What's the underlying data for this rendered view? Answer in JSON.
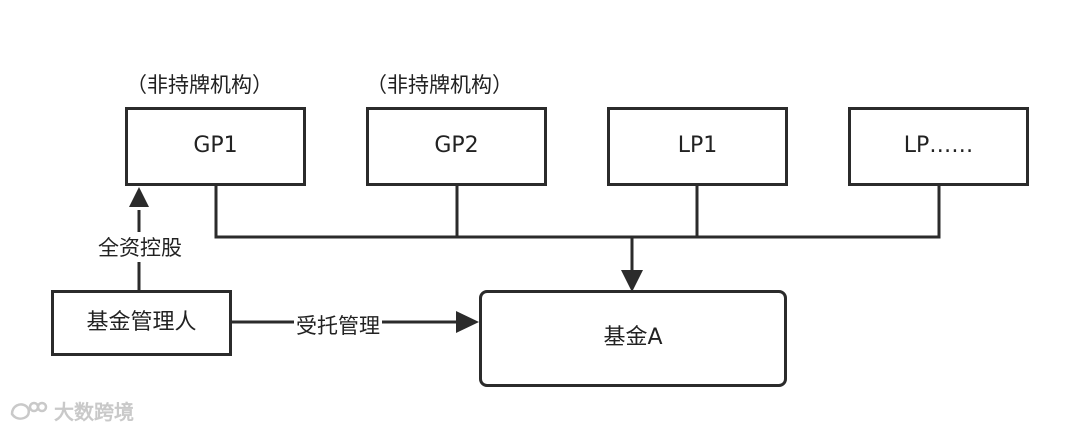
{
  "nodes": {
    "gp1": {
      "label": "GP1",
      "annotation": "（非持牌机构）"
    },
    "gp2": {
      "label": "GP2",
      "annotation": "（非持牌机构）"
    },
    "lp1": {
      "label": "LP1"
    },
    "lp_more": {
      "label": "LP……"
    },
    "fund_manager": {
      "label": "基金管理人"
    },
    "fund_a": {
      "label": "基金A"
    }
  },
  "edges": {
    "full_control": {
      "label": "全资控股"
    },
    "entrusted_management": {
      "label": "受托管理"
    }
  },
  "watermark": {
    "text": "大数跨境"
  }
}
